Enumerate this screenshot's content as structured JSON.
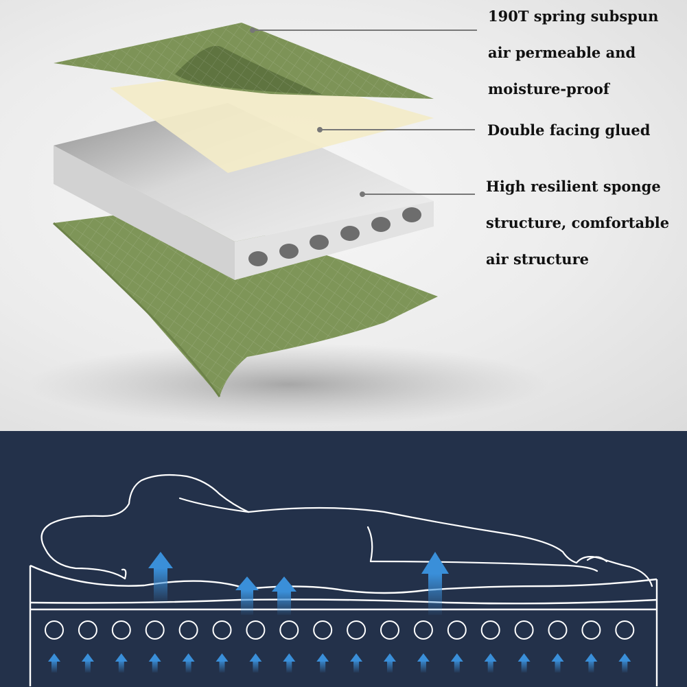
{
  "labels": {
    "top_layer": [
      "190T spring subspun",
      "air permeable and",
      "moisture-proof"
    ],
    "glue_layer": [
      "Double facing glued"
    ],
    "sponge_layer": [
      "High resilient sponge",
      "structure, comfortable",
      "air structure"
    ]
  },
  "colors": {
    "fabric_green": "#7d9357",
    "fabric_green_dark": "#5f7440",
    "glue_cream": "#f3ecc8",
    "sponge_gray": "#dedede",
    "bottom_background": "#23314a",
    "arrow_blue": "#3a8fd9",
    "outline_white": "#ffffff"
  },
  "icons": {
    "air_arrow": "arrow-up-icon",
    "air_hole": "circle-hole-icon"
  }
}
